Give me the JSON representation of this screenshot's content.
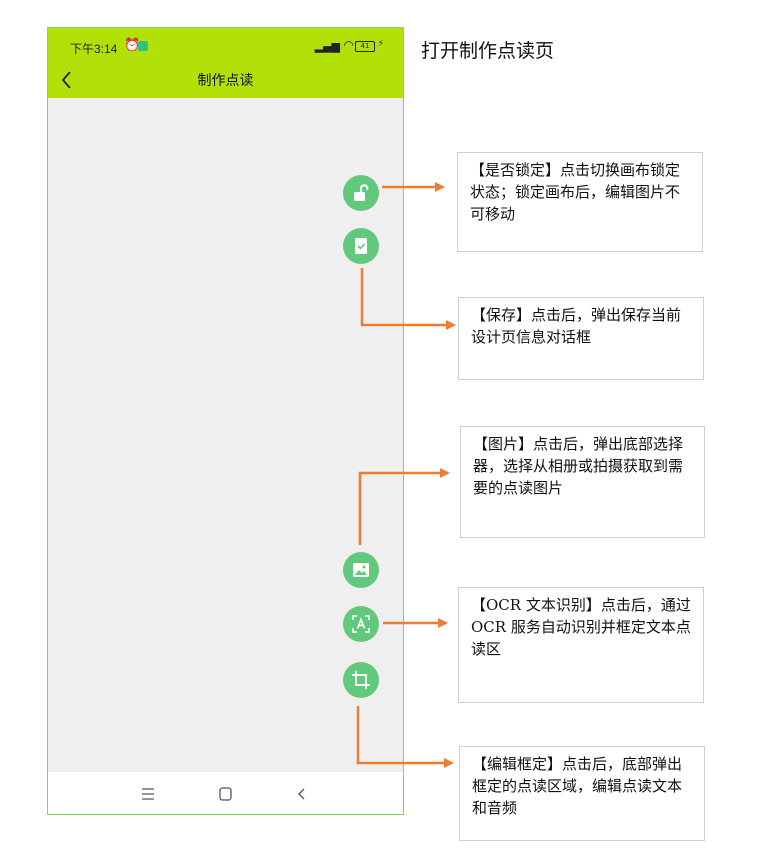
{
  "caption": "打开制作点读页",
  "status_bar": {
    "time": "下午3:14",
    "battery": "41"
  },
  "header": {
    "title": "制作点读"
  },
  "fabs": [
    {
      "key": "lock",
      "icon": "unlock-icon"
    },
    {
      "key": "save",
      "icon": "save-check-icon"
    },
    {
      "key": "image",
      "icon": "image-icon"
    },
    {
      "key": "ocr",
      "icon": "ocr-scan-icon"
    },
    {
      "key": "crop",
      "icon": "crop-icon"
    }
  ],
  "annotations": {
    "lock": "【是否锁定】点击切换画布锁定状态；锁定画布后，编辑图片不可移动",
    "save": "【保存】点击后，弹出保存当前设计页信息对话框",
    "image": "【图片】点击后，弹出底部选择器，选择从相册或拍摄获取到需要的点读图片",
    "ocr": "【OCR 文本识别】点击后，通过 OCR 服务自动识别并框定文本点读区",
    "crop": "【编辑框定】点击后，底部弹出框定的点读区域，编辑点读文本和音频"
  },
  "colors": {
    "header_bg": "#b2e10a",
    "fab_bg": "#62c97c",
    "arrow": "#ed7d31",
    "canvas_bg": "#efefef"
  }
}
